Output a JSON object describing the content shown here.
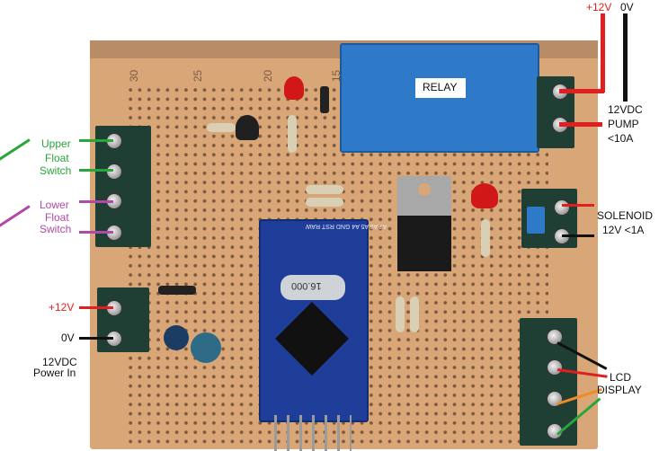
{
  "labels": {
    "supply_plus": "+12V",
    "supply_zero": "0V",
    "relay": "RELAY",
    "pump_line1": "12VDC",
    "pump_line2": "PUMP",
    "pump_line3": "<10A",
    "upper_float_line1": "Upper",
    "upper_float_line2": "Float",
    "upper_float_line3": "Switch",
    "lower_float_line1": "Lower",
    "lower_float_line2": "Float",
    "lower_float_line3": "Switch",
    "solenoid_line1": "SOLENOID",
    "solenoid_line2": "12V <1A",
    "power_plus": "+12V",
    "power_zero": "0V",
    "power_in_line1": "12VDC",
    "power_in_line2": "Power In",
    "lcd_line1": "LCD",
    "lcd_line2": "DISPLAY"
  },
  "board_markings": {
    "col_30": "30",
    "col_25": "25",
    "col_20": "20",
    "col_15": "15",
    "crystal": "16.000",
    "mcu_pins_top": "A7 A6 A5 A4 GND RST RAW"
  },
  "colors": {
    "board": "#d9a777",
    "relay": "#2f79c9",
    "arduino": "#1e3e9a",
    "terminal": "#1f3f34",
    "wire_green": "#27a63a",
    "wire_purple": "#b04aa7",
    "wire_red": "#e02020",
    "wire_black": "#111111",
    "wire_orange": "#f08a24"
  }
}
